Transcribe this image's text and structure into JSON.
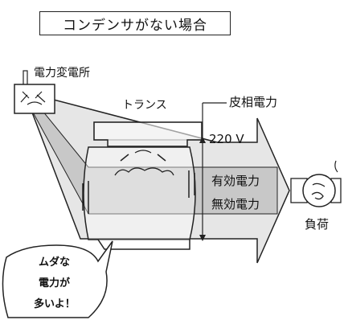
{
  "title": "コンデンサがない場合",
  "labels": {
    "substation": "電力変電所",
    "transformer": "トランス",
    "apparent_power": "皮相電力",
    "voltage": "220 V",
    "active_power": "有効電力",
    "reactive_power": "無効電力",
    "load": "負荷"
  },
  "bubble": {
    "line1": "ムダな",
    "line2": "電力が",
    "line3": "多いよ！"
  },
  "colors": {
    "arrow_fill": "#e6e6e6",
    "band_fill": "#c8c8c8",
    "stroke": "#222222"
  }
}
